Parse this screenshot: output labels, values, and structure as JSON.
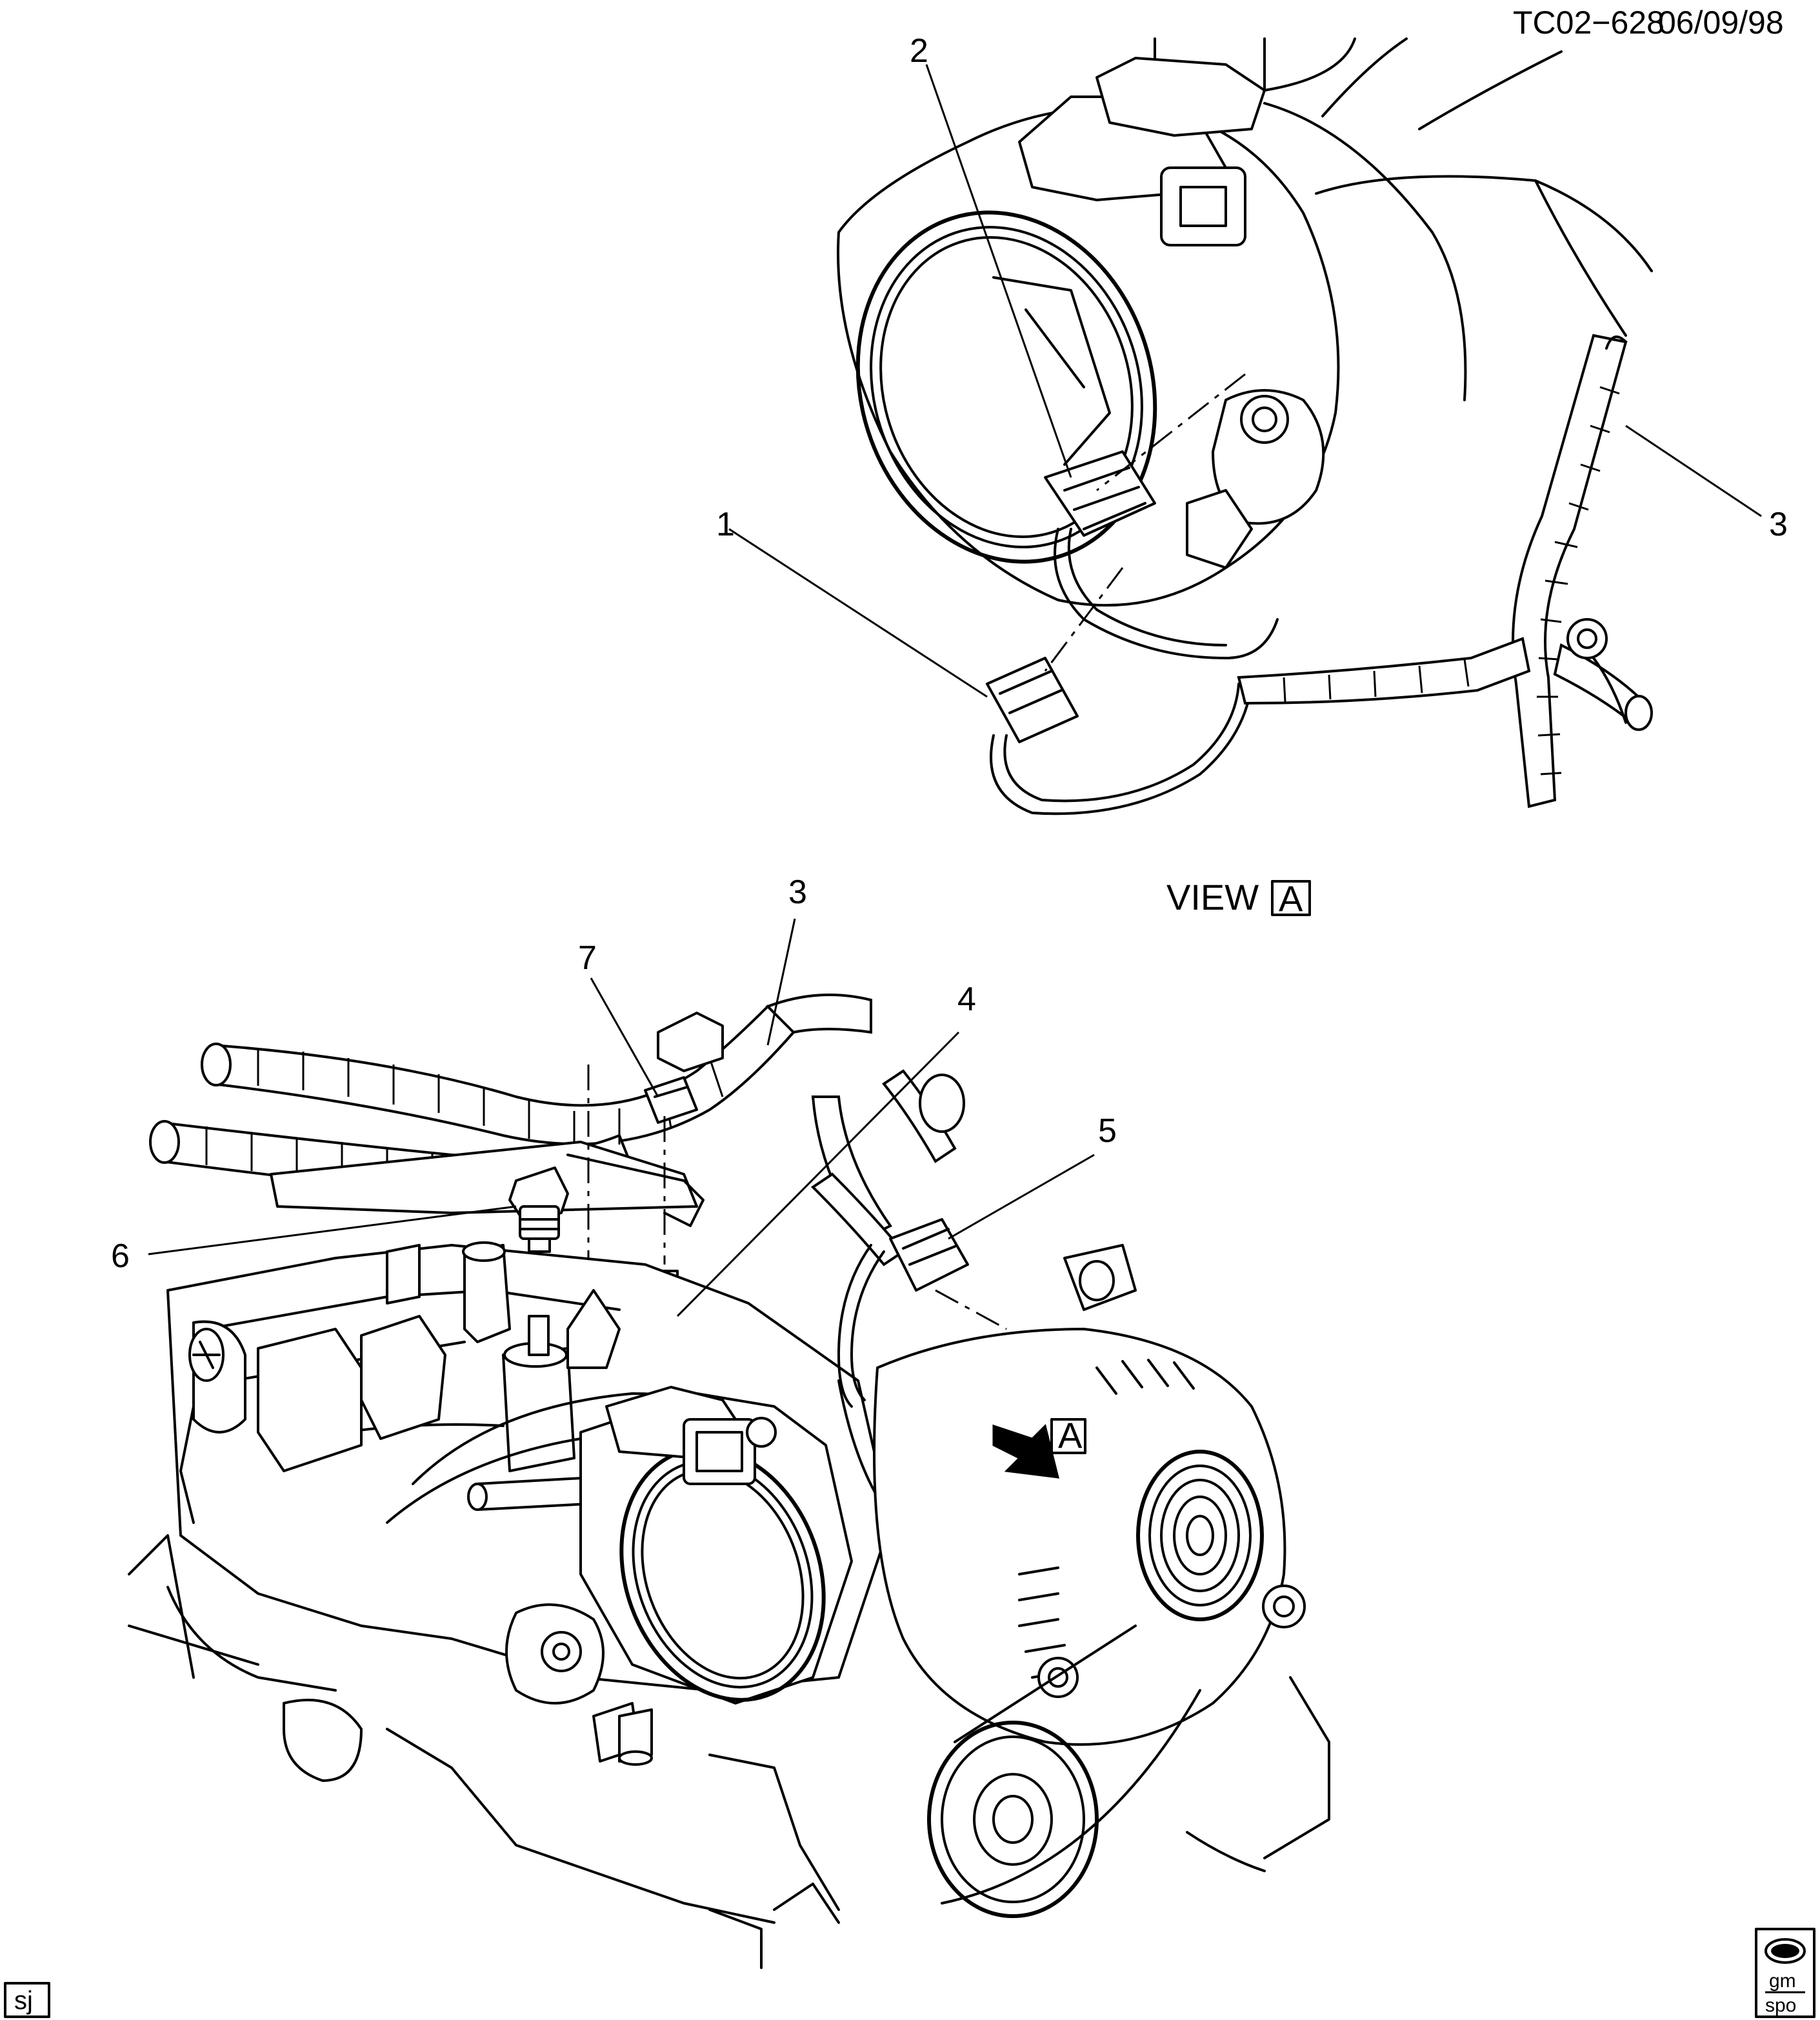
{
  "header": {
    "drawing_id": "TC02−628",
    "date": "06/09/98"
  },
  "view": {
    "label": "VIEW",
    "letter": "A"
  },
  "callouts": [
    "1",
    "2",
    "3",
    "3",
    "4",
    "5",
    "6",
    "7"
  ],
  "arrow_marker": {
    "letter": "A"
  },
  "footer": {
    "initials": "sj",
    "logo_top": "gm",
    "logo_bottom": "spo"
  }
}
